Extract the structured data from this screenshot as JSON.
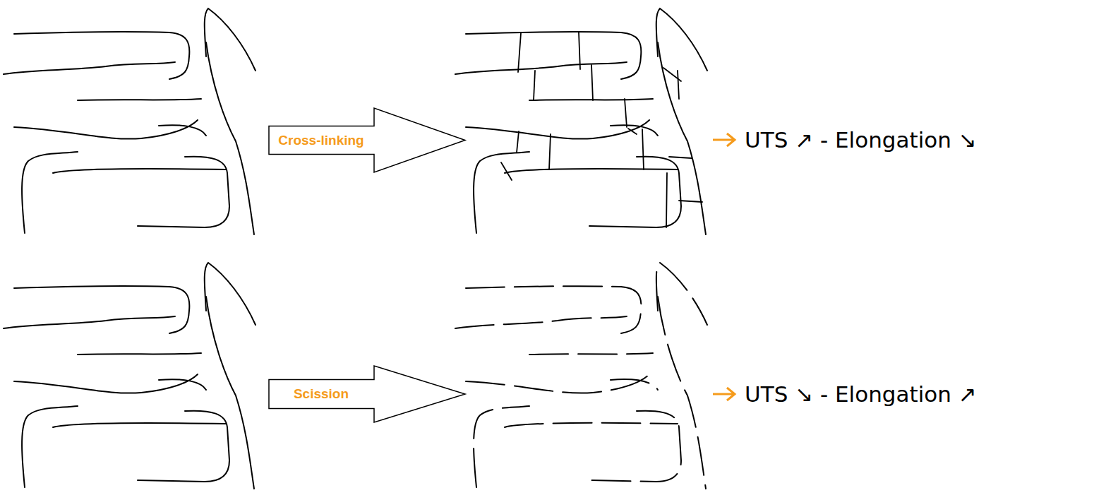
{
  "diagram": {
    "nodes": [
      {
        "text": [
          "Cross-linking"
        ]
      },
      {
        "text": [
          "Scission"
        ]
      }
    ],
    "labels": [
      "UTS ↗ - Elongation ↘",
      "UTS ↘ - Elongation ↗"
    ]
  }
}
